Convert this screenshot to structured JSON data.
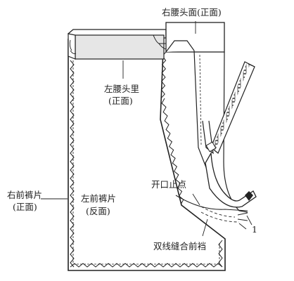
{
  "labels": {
    "right_waistband_face": "右腰头面(正面)",
    "left_waistband_lining_1": "左腰头里",
    "left_waistband_lining_2": "(正面)",
    "right_front_piece_1": "右前裤片",
    "right_front_piece_2": "(正面)",
    "left_front_piece_1": "左前裤片",
    "left_front_piece_2": "(反面)",
    "opening_stop_point": "开口止点",
    "double_stitch_front_crotch": "双线缝合前裆",
    "marker_number": "1"
  },
  "colors": {
    "line": "#222222",
    "fill_shade": "#e6e6e6",
    "background": "#ffffff"
  },
  "icons": {
    "zipper": "zipper-teeth",
    "pinking": "pinked-edge-zigzag"
  }
}
